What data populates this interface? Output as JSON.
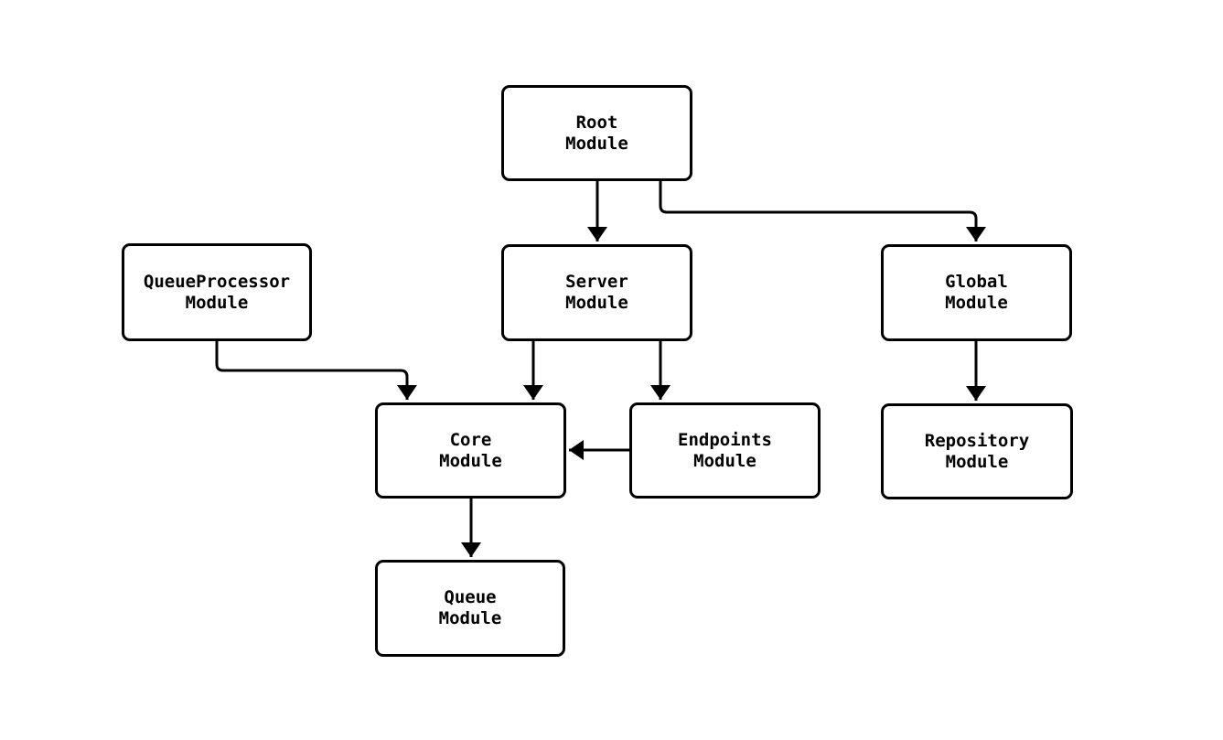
{
  "diagram": {
    "background_color": "#ffffff",
    "stroke_color": "#000000",
    "nodes": {
      "root": {
        "label_line1": "Root",
        "label_line2": "Module"
      },
      "queueprocessor": {
        "label_line1": "QueueProcessor",
        "label_line2": "Module"
      },
      "server": {
        "label_line1": "Server",
        "label_line2": "Module"
      },
      "global": {
        "label_line1": "Global",
        "label_line2": "Module"
      },
      "core": {
        "label_line1": "Core",
        "label_line2": "Module"
      },
      "endpoints": {
        "label_line1": "Endpoints",
        "label_line2": "Module"
      },
      "repository": {
        "label_line1": "Repository",
        "label_line2": "Module"
      },
      "queue": {
        "label_line1": "Queue",
        "label_line2": "Module"
      }
    },
    "edges": [
      {
        "from": "Root Module",
        "to": "Server Module"
      },
      {
        "from": "Root Module",
        "to": "Global Module"
      },
      {
        "from": "QueueProcessor Module",
        "to": "Core Module"
      },
      {
        "from": "Server Module",
        "to": "Core Module"
      },
      {
        "from": "Server Module",
        "to": "Endpoints Module"
      },
      {
        "from": "Endpoints Module",
        "to": "Core Module"
      },
      {
        "from": "Global Module",
        "to": "Repository Module"
      },
      {
        "from": "Core Module",
        "to": "Queue Module"
      }
    ]
  }
}
